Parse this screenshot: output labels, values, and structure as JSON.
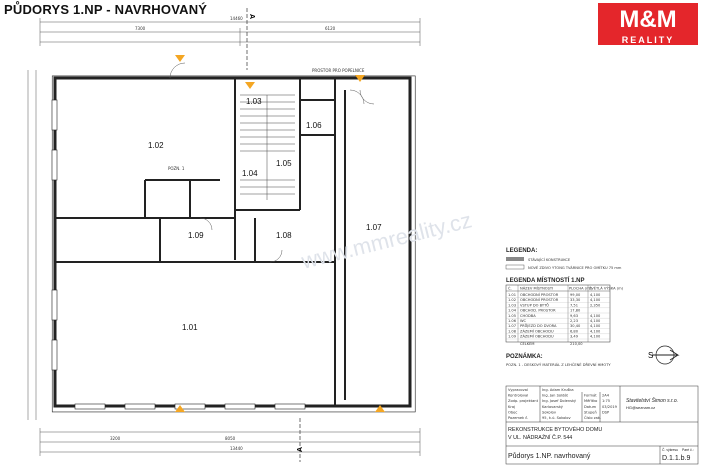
{
  "page": {
    "title": "PŮDORYS 1.NP - NAVRHOVANÝ"
  },
  "logo": {
    "brand": "M&M",
    "sub": "REALITY"
  },
  "watermark": "www.mmreality.cz",
  "plan": {
    "rooms": [
      {
        "id": "1.01",
        "label": "1.01"
      },
      {
        "id": "1.02",
        "label": "1.02"
      },
      {
        "id": "1.03",
        "label": "1.03"
      },
      {
        "id": "1.04",
        "label": "1.04"
      },
      {
        "id": "1.05",
        "label": "1.05"
      },
      {
        "id": "1.06",
        "label": "1.06"
      },
      {
        "id": "1.07",
        "label": "1.07"
      },
      {
        "id": "1.08",
        "label": "1.08"
      },
      {
        "id": "1.09",
        "label": "1.09"
      }
    ],
    "section_marks": [
      "A",
      "A"
    ],
    "dims_top": [
      "14460",
      "7300",
      "6120"
    ],
    "dims_bottom": [
      "13440",
      "8050",
      "3200"
    ],
    "note_podium": "POZN. 1",
    "note_prostor": "PROSTOR PRO POPELNICE"
  },
  "legend": {
    "title": "LEGENDA:",
    "items": [
      "STÁVAJÍCÍ KONSTRUKCE",
      "NOVÉ ZDIVO YTONG TVÁRNICE PRO OMÍTKU 75 mm"
    ],
    "rooms_title": "LEGENDA MÍSTNOSTÍ 1.NP",
    "rooms_headers": [
      "Č.",
      "NÁZEV MÍSTNOSTI",
      "PLOCHA (m²)",
      "SVĚTLÁ VÝŠKA (m)"
    ],
    "rooms_rows": [
      [
        "1.01",
        "OBCHODNÍ PROSTOR",
        "99,00",
        "4,100"
      ],
      [
        "1.02",
        "OBCHODNÍ PROSTOR",
        "33,30",
        "4,100"
      ],
      [
        "1.03",
        "VSTUP DO BYTŮ",
        "7,51",
        "2,350"
      ],
      [
        "1.04",
        "OBCHOD. PROSTOR",
        "17,80",
        ""
      ],
      [
        "1.05",
        "CHODBA",
        "9,63",
        "4,100"
      ],
      [
        "1.06",
        "WC",
        "2,23",
        "4,100"
      ],
      [
        "1.07",
        "PRŮJEZD DO DVORA",
        "30,40",
        "4,100"
      ],
      [
        "1.08",
        "ZÁZEMÍ OBCHODU",
        "6,80",
        "4,100"
      ],
      [
        "1.09",
        "ZÁZEMÍ OBCHODU",
        "3,49",
        "4,100"
      ]
    ],
    "total_label": "CELKEM",
    "total_value": "210,00"
  },
  "notes": {
    "title": "POZNÁMKA:",
    "text": "POZN. 1 - DESKOVÝ MATERIÁL Z LEHČENÉ DŘEVNÍ HMOTY"
  },
  "titleblock": {
    "rows": [
      [
        "Vypracoval",
        "Ing. Adam Kruška",
        "",
        ""
      ],
      [
        "Kontroloval",
        "Ing. Jan Soldát",
        "Formát",
        "2A4"
      ],
      [
        "Zodp. projektant",
        "Ing. Josef Dolenský",
        "Měřítko",
        "1:75"
      ],
      [
        "Kraj",
        "Karlovarský",
        "Datum",
        "03/2019"
      ],
      [
        "Obec",
        "Sokolov",
        "Stupeň",
        "DSP"
      ],
      [
        "Pozemek č.",
        "95, k.ú. Sokolov",
        "Číslo zak.",
        ""
      ]
    ],
    "company": "Stavitelství Šimon s.r.o.",
    "company_web": "HG@seznam.cz",
    "project_1": "REKONSTRUKCE BYTOVÉHO DOMU",
    "project_2": "V UL. NÁDRAŽNÍ Č.P. 544",
    "drawing": "Půdorys 1.NP. navrhovaný",
    "drawing_no_label": "Č. výkresu",
    "drawing_no": "D.1.1.b.9",
    "parts_label": "Paré č.:"
  },
  "colors": {
    "wall": "#222222",
    "logo_red": "#e4262b",
    "logo_bg": "#ffffff",
    "door": "#f4a623"
  }
}
